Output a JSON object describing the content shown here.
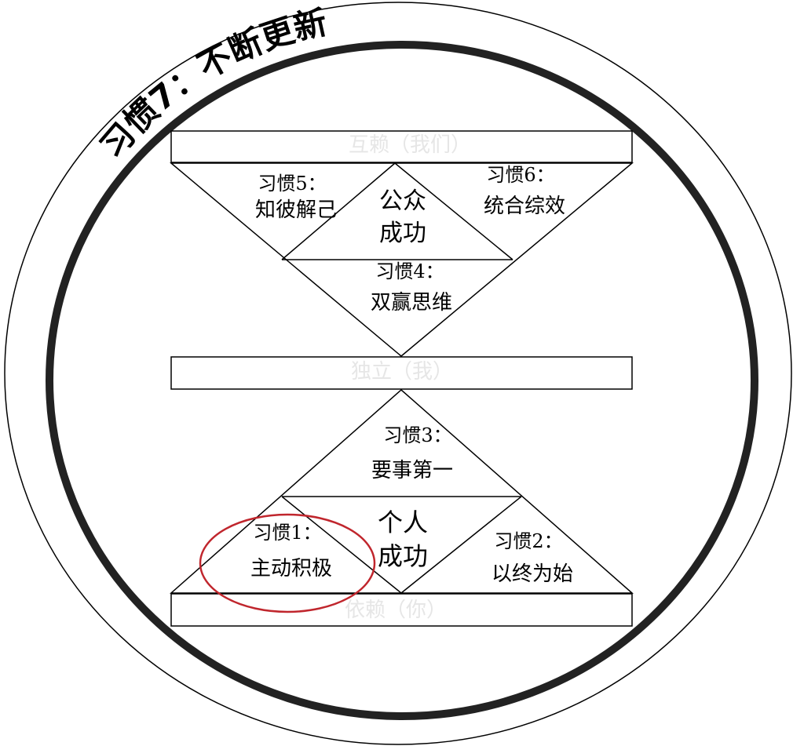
{
  "title": "习惯7：不断更新",
  "bands": {
    "top": "互赖（我们）",
    "middle": "独立（我）",
    "bottom": "依赖（你）"
  },
  "public_victory": {
    "center_line1": "公众",
    "center_line2": "成功",
    "habit5": {
      "label": "习惯5：",
      "name": "知彼解己"
    },
    "habit6": {
      "label": "习惯6：",
      "name": "统合综效"
    },
    "habit4": {
      "label": "习惯4：",
      "name": "双赢思维"
    }
  },
  "private_victory": {
    "center_line1": "个人",
    "center_line2": "成功",
    "habit3": {
      "label": "习惯3：",
      "name": "要事第一"
    },
    "habit1": {
      "label": "习惯1：",
      "name": "主动积极"
    },
    "habit2": {
      "label": "习惯2：",
      "name": "以终为始"
    }
  },
  "colors": {
    "outline": "#000000",
    "highlight_ellipse": "#c0262d",
    "faint_band_text": "#e6e6e6"
  }
}
